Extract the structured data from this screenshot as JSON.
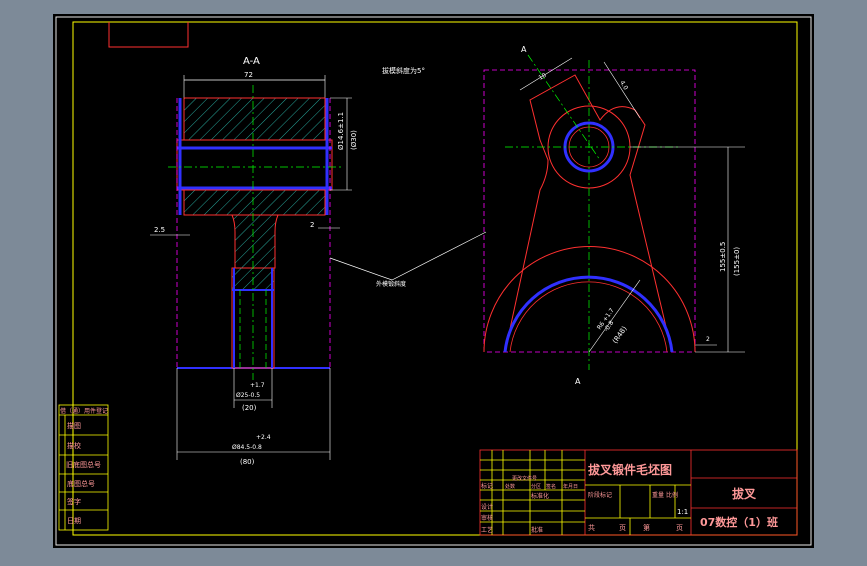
{
  "section_label": "A-A",
  "dims": {
    "width_72": "72",
    "dia_upper": "Ø14.6±1.1",
    "dia_30": "(Ø30)",
    "left_2_5": "2.5",
    "right_2": "2",
    "bot_tol_upper": "+1.7",
    "bot_dia": "Ø25-0.5",
    "bot_20": "(20)",
    "tol_upper2": "+2.4",
    "dia_bottom": "Ø84.5-0.8",
    "bot_80": "(80)",
    "section_mark_top": "A",
    "section_mark_bottom": "A",
    "dim_10": "10",
    "dim_4": "4.0",
    "dim_155_1": "155±0.5",
    "dim_155_2": "(155±0)",
    "r_upper": "R6 +1.7",
    "r_upper2": "-0.8",
    "r_48": "(R48)",
    "right_2b": "2"
  },
  "notes": {
    "top_note": "拔模斜度为5°",
    "leader_note": "外模锻斜度"
  },
  "title_block": {
    "drawing_name": "拔叉锻件毛坯图",
    "part_name": "拔叉",
    "class_name": "07数控（1）班",
    "ratio_label": "1:1",
    "stage_label": "阶段标记",
    "weight_label": "重量",
    "scale_label": "比例",
    "sheet_total": "共",
    "sheet_unit": "页",
    "sheet_num": "第",
    "rows": [
      "标记",
      "设计",
      "审核",
      "工艺"
    ],
    "row_cols": [
      "处数",
      "分区",
      "更改文件号",
      "签名",
      "年月日"
    ],
    "std_label": "标准化",
    "approve_label": "批准"
  },
  "side_table": {
    "rows": [
      "借（通）用件登记",
      "描图",
      "描校",
      "旧底图总号",
      "底图总号",
      "签字",
      "日期"
    ]
  }
}
